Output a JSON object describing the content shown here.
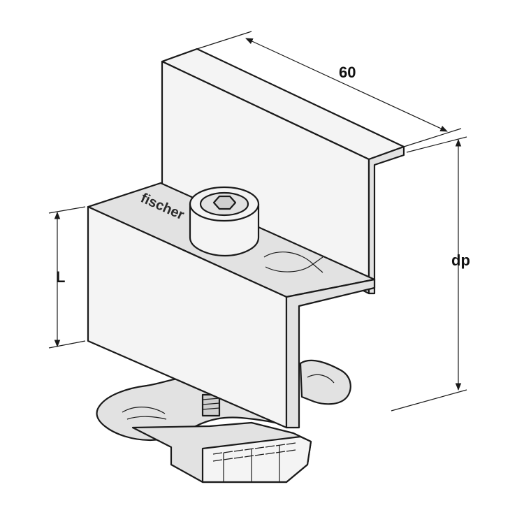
{
  "dimensions": {
    "width_label": "60",
    "height_label": "dp",
    "clamp_label": "L"
  },
  "brand_text": "fischer",
  "colors": {
    "line": "#1a1a1a",
    "face_light": "#f4f4f4",
    "face_mid": "#e2e2e2",
    "face_dark": "#cfcfcf"
  }
}
